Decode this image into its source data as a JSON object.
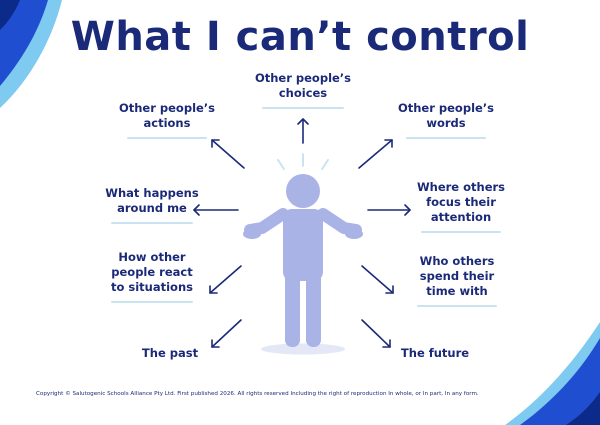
{
  "title": "What I can’t control",
  "items": {
    "choices": "Other people’s\nchoices",
    "actions": "Other people’s\nactions",
    "words": "Other people’s\nwords",
    "happens": "What happens\naround me",
    "focus": "Where others\nfocus their\nattention",
    "react": "How other\npeople react\nto situations",
    "spend": "Who others\nspend their\ntime with",
    "past": "The past",
    "future": "The future"
  },
  "footer": "Copyright © Salutogenic Schools Alliance Pty Ltd. First published 2026. All rights reserved Including the right of reproduction In whole, or In part,  In any form.",
  "colors": {
    "navy": "#1b2a78",
    "figure": "#a9b3e6",
    "underline": "#c9e3f0",
    "corner_blue": "#1f4fd0",
    "corner_light": "#6ec2ee"
  },
  "icons": [
    "person-shrugging-icon",
    "arrow-icon"
  ]
}
